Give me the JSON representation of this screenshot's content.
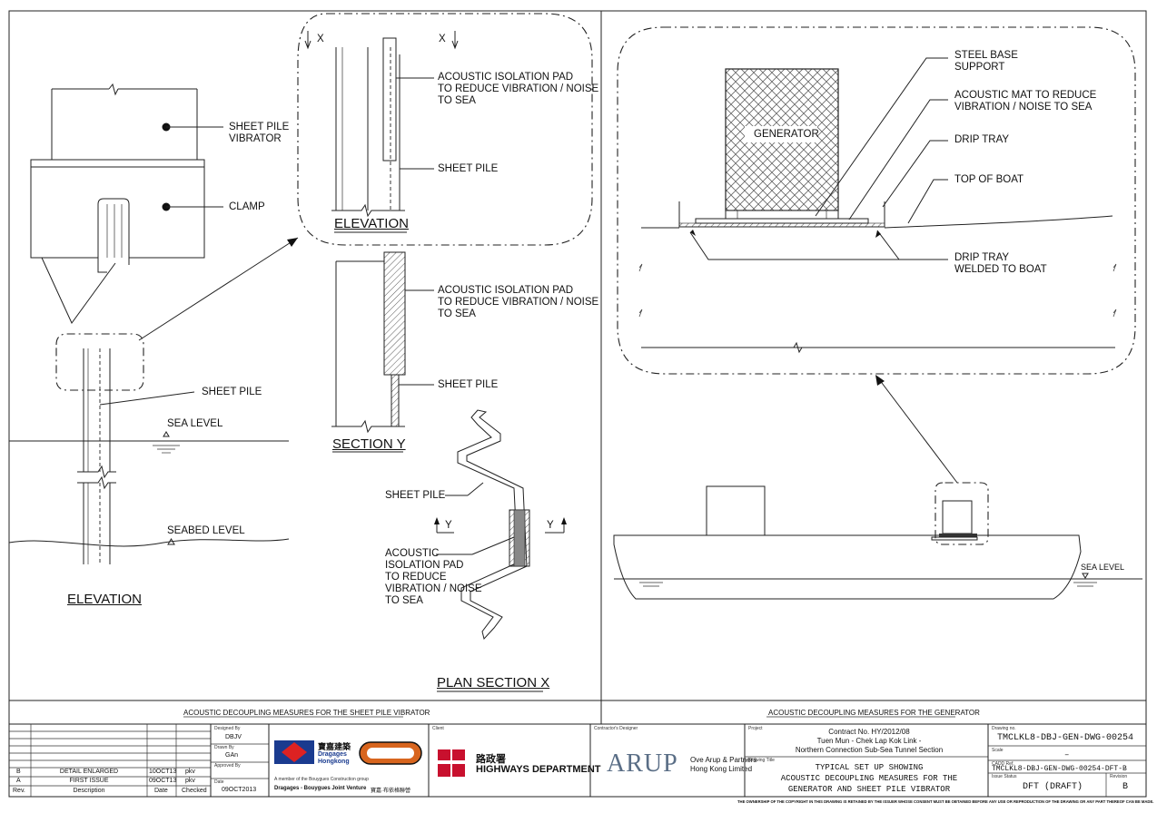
{
  "left_panel": {
    "vibrator_label": "SHEET PILE\nVIBRATOR",
    "clamp_label": "CLAMP",
    "sheet_pile_label": "SHEET PILE",
    "sea_level_label": "SEA LEVEL",
    "seabed_label": "SEABED LEVEL",
    "elevation_title": "ELEVATION",
    "detail_elevation": {
      "section_marker": "X",
      "pad_label": "ACOUSTIC ISOLATION PAD\nTO REDUCE VIBRATION / NOISE\nTO SEA",
      "sheet_pile_label": "SHEET PILE",
      "title": "ELEVATION"
    },
    "section_y": {
      "pad_label": "ACOUSTIC ISOLATION PAD\nTO REDUCE VIBRATION / NOISE\nTO SEA",
      "sheet_pile_label": "SHEET PILE",
      "title": "SECTION Y"
    },
    "plan_section": {
      "sheet_pile_label": "SHEET PILE",
      "section_marker": "Y",
      "pad_label": "ACOUSTIC\nISOLATION PAD\nTO REDUCE\nVIBRATION / NOISE\nTO SEA",
      "title": "PLAN SECTION X"
    },
    "caption": "ACOUSTIC DECOUPLING MEASURES FOR THE SHEET PILE VIBRATOR"
  },
  "right_panel": {
    "generator_label": "GENERATOR",
    "steel_base_label": "STEEL BASE\nSUPPORT",
    "acoustic_mat_label": "ACOUSTIC MAT TO REDUCE\nVIBRATION / NOISE TO SEA",
    "drip_tray_label": "DRIP TRAY",
    "top_of_boat_label": "TOP OF BOAT",
    "drip_tray_welded_label": "DRIP TRAY\nWELDED TO BOAT",
    "sea_level_label": "SEA LEVEL",
    "caption": "ACOUSTIC DECOUPLING MEASURES FOR THE GENERATOR"
  },
  "title_block": {
    "revisions": [
      {
        "rev": "B",
        "description": "DETAIL ENLARGED",
        "date": "10OCT13",
        "checked": "pkv"
      },
      {
        "rev": "A",
        "description": "FIRST ISSUE",
        "date": "09OCT13",
        "checked": "pkv"
      }
    ],
    "rev_headers": {
      "rev": "Rev.",
      "description": "Description",
      "date": "Date",
      "checked": "Checked"
    },
    "designed_by_label": "Designed By",
    "designed_by": "DBJV",
    "drawn_by_label": "Drawn By",
    "drawn_by": "GAn",
    "approved_by_label": "Approved By",
    "date_label": "Date",
    "date": "09OCT2013",
    "contractor": {
      "name_line1": "Dragages",
      "name_line2": "Hongkong",
      "member_text": "A member of the Bouygues Construction group",
      "jv_text": "Dragages - Bouygues Joint Venture",
      "chinese_name": "寶嘉·布依格聯營",
      "chinese_logo": "寶嘉建築"
    },
    "client_label": "Client",
    "client_chinese": "路政署",
    "client_name": "HIGHWAYS DEPARTMENT",
    "designer_label": "Contractor's Designer",
    "designer_logo": "ARUP",
    "designer_name": "Ove Arup & Partners\nHong Kong Limited",
    "project_label": "Project",
    "project": "Contract No. HY/2012/08\nTuen Mun - Chek Lap Kok Link -\nNorthern Connection Sub-Sea Tunnel Section",
    "drawing_title_label": "Drawing Title",
    "drawing_title": "TYPICAL SET UP SHOWING\nACOUSTIC DECOUPLING MEASURES FOR THE\nGENERATOR AND SHEET PILE VIBRATOR",
    "drawing_no_label": "Drawing no.",
    "drawing_no": "TMCLKL8-DBJ-GEN-DWG-00254",
    "scale_label": "Scale",
    "scale": "–",
    "cadd_label": "CADD Ref.",
    "cadd_ref": "TMCLKL8-DBJ-GEN-DWG-00254-DFT-B",
    "issue_status_label": "Issue Status",
    "issue_status": "DFT (DRAFT)",
    "revision_label": "Revision",
    "revision": "B",
    "copyright": "THE OWNERSHIP OF THE COPYRIGHT IN THIS DRAWING IS RETAINED BY THE ISSUER WHOSE CONSENT MUST BE OBTAINED BEFORE ANY USE OR REPRODUCTION OF THE DRAWING OR ANY PART THEREOF CAN BE MADE."
  }
}
